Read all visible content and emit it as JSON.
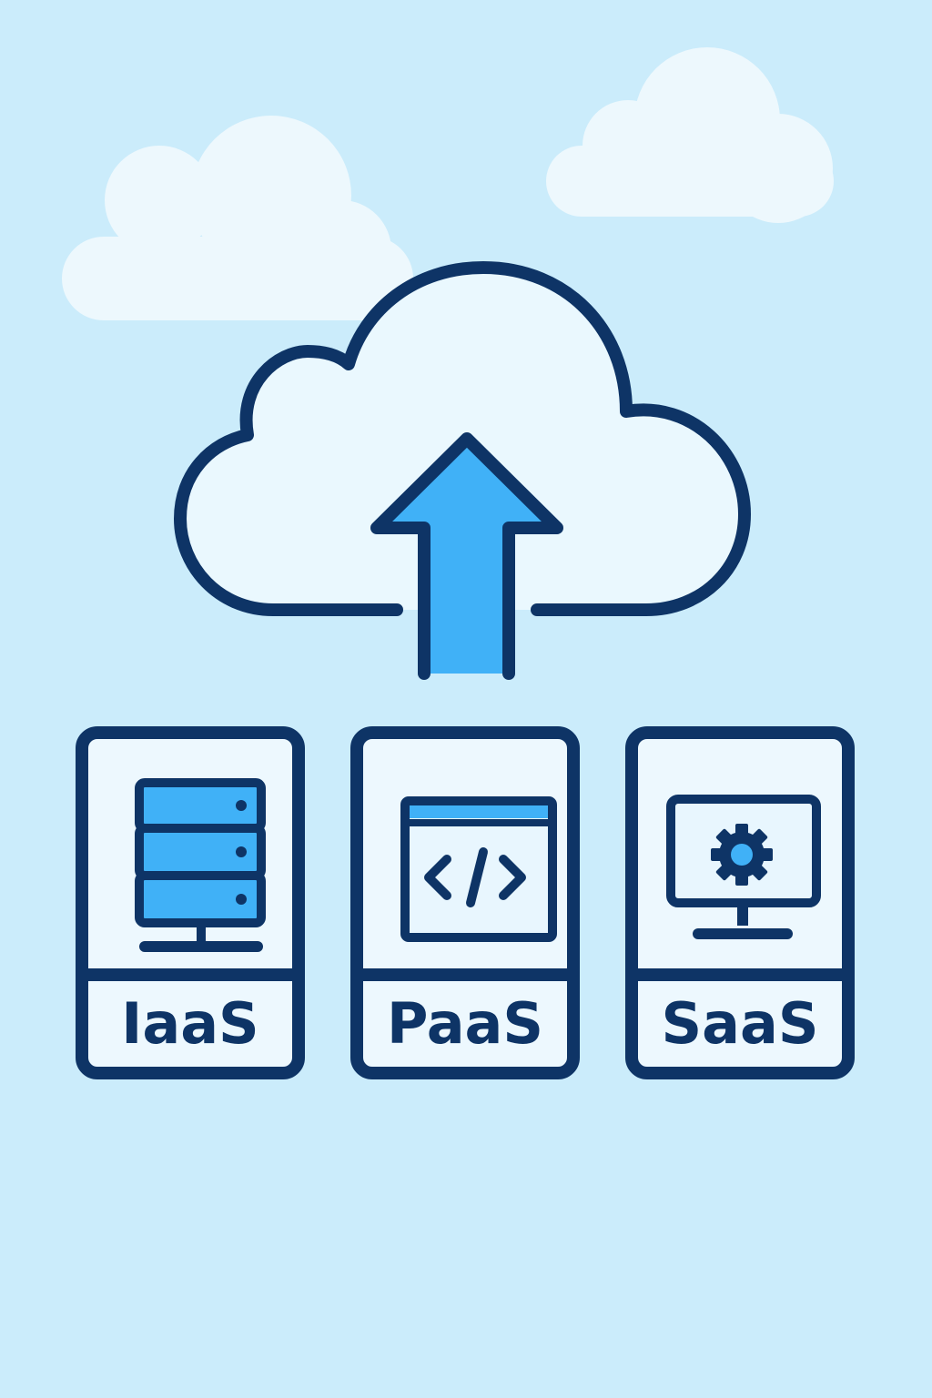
{
  "colors": {
    "background": "#cbecfb",
    "outline": "#0e3466",
    "accent": "#40b1f7",
    "card_fill": "#edf8fe",
    "cloud_fill": "#eaf8fe",
    "soft_cloud": "#edf8fd"
  },
  "cloud": {
    "icon": "cloud-icon",
    "arrow_icon": "arrow-up-icon"
  },
  "cards": [
    {
      "label": "IaaS",
      "icon": "server-rack-icon"
    },
    {
      "label": "PaaS",
      "icon": "code-window-icon"
    },
    {
      "label": "SaaS",
      "icon": "monitor-gear-icon"
    }
  ]
}
